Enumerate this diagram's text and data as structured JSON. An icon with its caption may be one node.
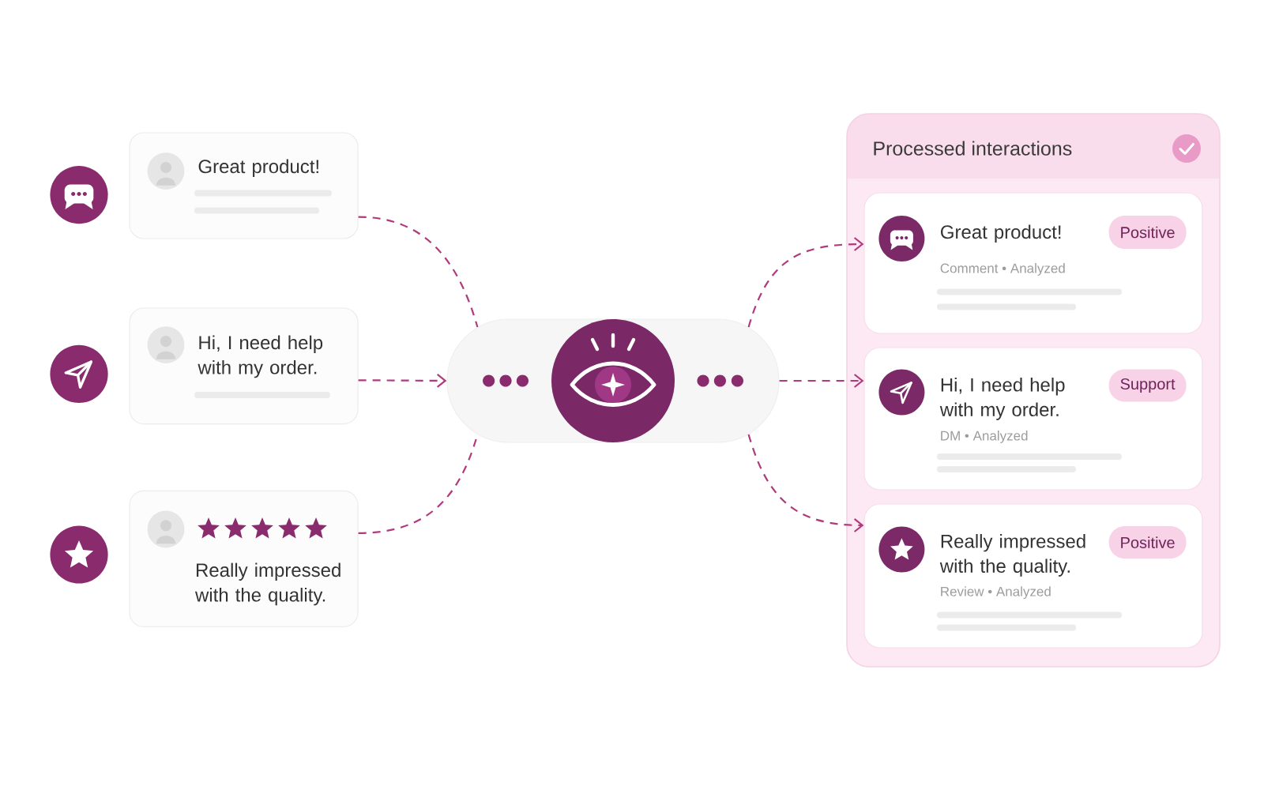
{
  "diagram": {
    "nodes": [
      {
        "text": [
          "Great product!"
        ]
      },
      {
        "text": [
          "Hi, I need help with my order."
        ]
      },
      {
        "text": [
          "Really impressed with the quality."
        ]
      },
      {
        "text": [],
        "shape": "box"
      },
      {
        "text": [
          "Processed interactions"
        ]
      },
      {
        "text": [
          "Great product!",
          "Comment • Analyzed"
        ],
        "in": 4
      },
      {
        "text": [
          "Positive"
        ],
        "in": 5
      },
      {
        "text": [
          "Hi, I need help with my order.",
          "DM • Analyzed"
        ],
        "in": 4
      },
      {
        "text": [
          "Support"
        ],
        "in": 7
      },
      {
        "text": [
          "Really impressed with the quality.",
          "Review • Analyzed"
        ],
        "in": 4
      },
      {
        "text": [
          "Positive"
        ],
        "in": 9
      }
    ],
    "edges": [
      {
        "from": 0,
        "to": 3,
        "arrow": "none",
        "style": "dashed"
      },
      {
        "from": 1,
        "to": 3,
        "arrow": "to",
        "style": "dashed"
      },
      {
        "from": 2,
        "to": 3,
        "arrow": "none",
        "style": "dashed"
      },
      {
        "from": 3,
        "to": 5,
        "arrow": "to",
        "style": "dashed"
      },
      {
        "from": 3,
        "to": 7,
        "arrow": "to",
        "style": "dashed"
      },
      {
        "from": 3,
        "to": 9,
        "arrow": "to",
        "style": "dashed"
      }
    ]
  }
}
